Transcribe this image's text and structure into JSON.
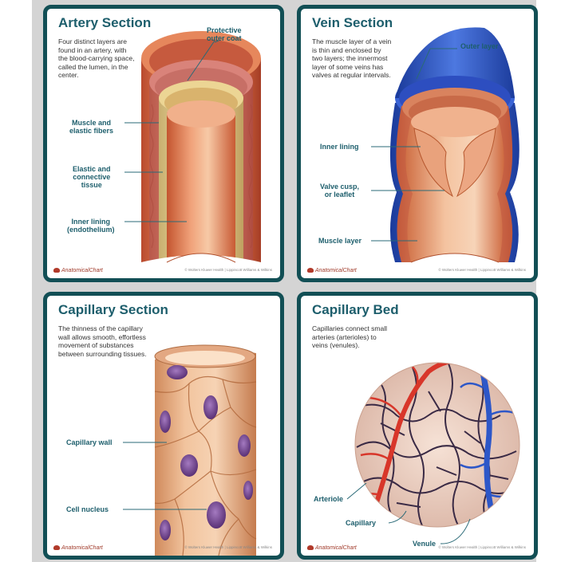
{
  "cards": {
    "artery": {
      "title": "Artery Section",
      "description": [
        "Four distinct layers are",
        "found in an artery, with",
        "the blood-carrying space,",
        "called the lumen, in the",
        "center."
      ],
      "labels": {
        "protective": [
          "Protective",
          "outer coat"
        ],
        "muscle": [
          "Muscle and",
          "elastic fibers"
        ],
        "elastic": [
          "Elastic and",
          "connective",
          "tissue"
        ],
        "inner": [
          "Inner lining",
          "(endothelium)"
        ]
      },
      "logo": "AnatomicalChart",
      "footer": "© Wolters Kluwer Health | Lippincott Williams & Wilkins"
    },
    "vein": {
      "title": "Vein Section",
      "description": [
        "The muscle layer of a vein",
        "is thin and enclosed by",
        "two layers; the innermost",
        "layer of some veins has",
        "valves at regular intervals."
      ],
      "labels": {
        "outer": "Outer layer",
        "inner": "Inner lining",
        "valve": [
          "Valve cusp,",
          "or leaflet"
        ],
        "muscle": "Muscle layer"
      },
      "logo": "AnatomicalChart",
      "footer": "© Wolters Kluwer Health | Lippincott Williams & Wilkins"
    },
    "capillary": {
      "title": "Capillary Section",
      "description": [
        "The thinness of the capillary",
        "wall allows smooth, effortless",
        "movement of substances",
        "between surrounding tissues."
      ],
      "labels": {
        "wall": "Capillary wall",
        "nucleus": "Cell nucleus"
      },
      "logo": "AnatomicalChart",
      "footer": "© Wolters Kluwer Health | Lippincott Williams & Wilkins"
    },
    "bed": {
      "title": "Capillary Bed",
      "description": [
        "Capillaries connect small",
        "arteries (arterioles) to",
        "veins (venules)."
      ],
      "labels": {
        "arteriole": "Arteriole",
        "capillary": "Capillary",
        "venule": "Venule"
      },
      "logo": "AnatomicalChart",
      "footer": "© Wolters Kluwer Health | Lippincott Williams & Wilkins"
    }
  },
  "colors": {
    "border": "#124f55",
    "title": "#1d5e6c",
    "artery": "#d7683f",
    "vein": "#2d57c8",
    "capillary_red": "#d8362a"
  }
}
